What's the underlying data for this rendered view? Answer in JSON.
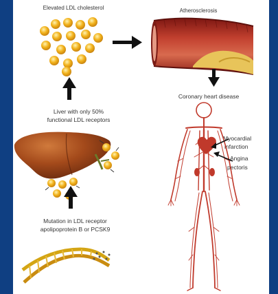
{
  "labels": {
    "top_left": "Elevated LDL cholesterol",
    "top_right": "Atherosclerosis",
    "chd": "Coronary heart disease",
    "liver_line1": "Liver with only 50%",
    "liver_line2": "functional LDL receptors",
    "gene_line1": "Mutation in LDL receptor",
    "gene_line2": "apolipoprotein B or PCSK9",
    "mi_line1": "Myocardial",
    "mi_line2": "infarction",
    "angina_line1": "Angina",
    "angina_line2": "pectoris"
  },
  "colors": {
    "background": "#14407a",
    "panel": "#ffffff",
    "ldl_particle": "#f2b21b",
    "artery": "#b5302a",
    "plaque": "#e8c45a",
    "liver": "#9a3f16",
    "vessels": "#c0392b",
    "arrow": "#111111"
  },
  "icons": {
    "ldl": "ldl-particles-icon",
    "artery": "artery-icon",
    "liver": "liver-icon",
    "dna": "dna-helix-icon",
    "body": "circulatory-system-icon",
    "heart": "heart-icon"
  }
}
